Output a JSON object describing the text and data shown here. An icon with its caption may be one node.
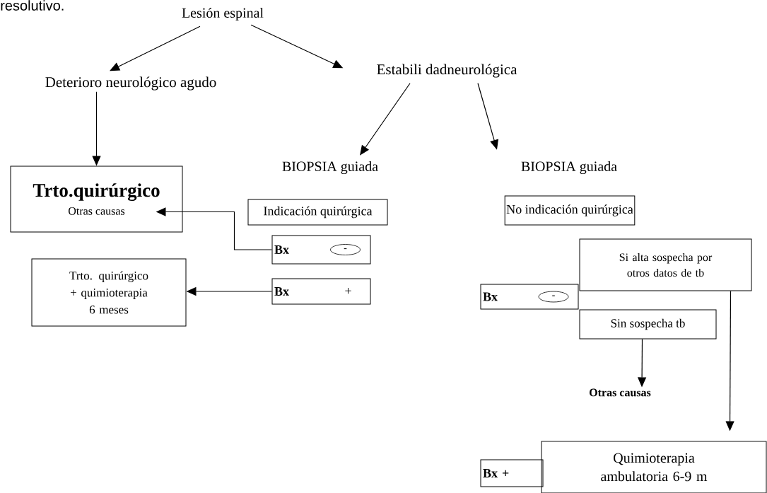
{
  "diagram": {
    "nodes": [
      {
        "text": [
          "Lesión espinal"
        ]
      },
      {
        "text": [
          "Deterioro neurológico agudo"
        ]
      },
      {
        "text": [
          "Estabili dadneurológica"
        ]
      },
      {
        "text": [
          "Trto.quirúrgico",
          "Otras causas"
        ]
      },
      {
        "text": [
          "BIOPSIA guiada"
        ]
      },
      {
        "text": [
          "BIOPSIA guiada"
        ]
      },
      {
        "text": [
          "Indicación quirúrgica"
        ]
      },
      {
        "text": [
          "No indicación quirúrgica"
        ]
      },
      {
        "text": [
          "Bx",
          "-"
        ]
      },
      {
        "text": [
          "Bx",
          "+"
        ]
      },
      {
        "text": [
          "Trto. quirúrgico + quimioterapia 6 meses"
        ]
      },
      {
        "text": [
          "Si alta sospecha por otros datos de tb"
        ]
      },
      {
        "text": [
          "Bx",
          "-"
        ]
      },
      {
        "text": [
          "Sin sospecha tb"
        ]
      },
      {
        "text": [
          "Otras causas"
        ]
      },
      {
        "text": [
          "Quimioterapia ambulatoria 6-9 m"
        ]
      },
      {
        "text": [
          "Bx +"
        ]
      }
    ],
    "edges": [
      {
        "from": 0,
        "to": 1,
        "arrow": "to"
      },
      {
        "from": 0,
        "to": 2,
        "arrow": "to"
      },
      {
        "from": 1,
        "to": 3,
        "arrow": "to"
      },
      {
        "from": 2,
        "to": 4,
        "arrow": "to"
      },
      {
        "from": 2,
        "to": 5,
        "arrow": "to"
      },
      {
        "from": 8,
        "to": 3,
        "arrow": "to"
      },
      {
        "from": 9,
        "to": 10,
        "arrow": "to"
      },
      {
        "from": 13,
        "to": 14,
        "arrow": "to"
      },
      {
        "from": 11,
        "to": 15,
        "arrow": "to"
      }
    ],
    "labels": [
      "resolutivo."
    ]
  }
}
